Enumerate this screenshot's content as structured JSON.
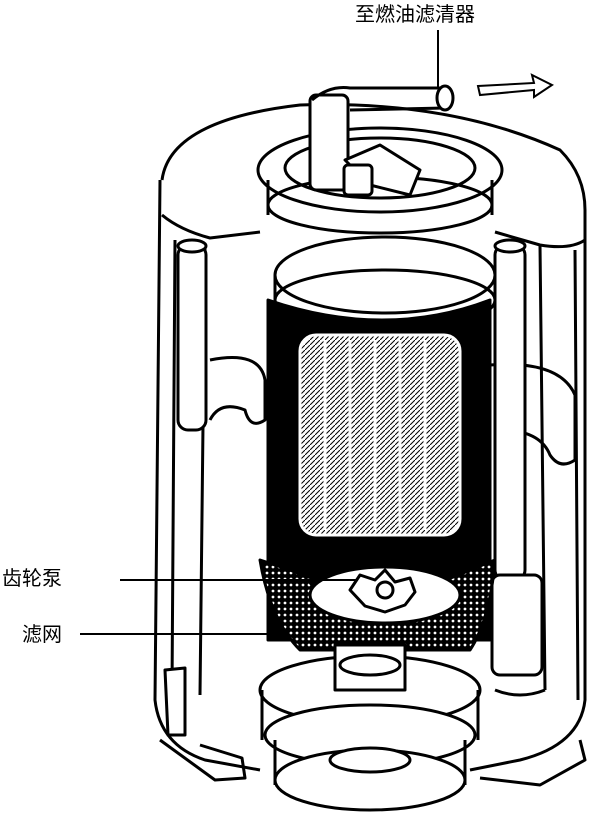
{
  "labels": {
    "outlet": "至燃油滤清器",
    "gear_pump": "齿轮泵",
    "filter_screen": "滤网"
  },
  "colors": {
    "ink": "#000000",
    "paper": "#ffffff"
  }
}
